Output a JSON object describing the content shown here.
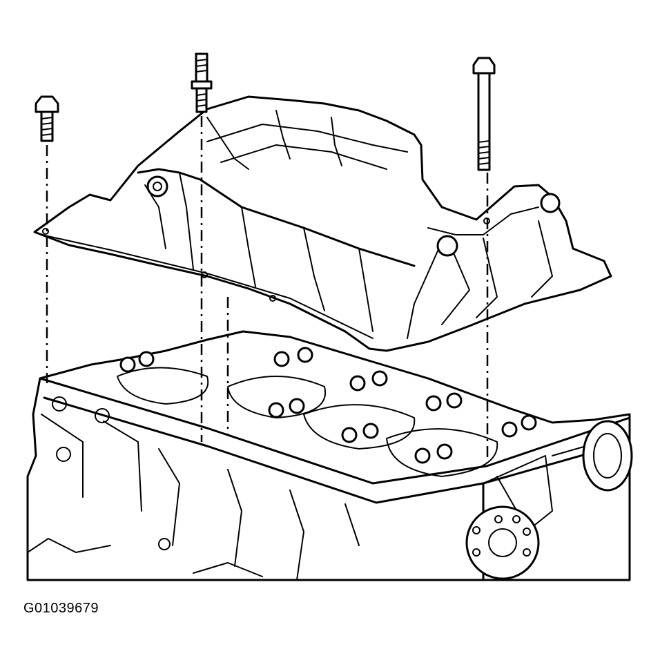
{
  "figure": {
    "id_label": "G01039679"
  },
  "parts": {
    "oil_pan": "oil-pan",
    "engine_block": "engine-block",
    "bolts": [
      "short-bolt",
      "stud-bolt",
      "long-bolt"
    ]
  }
}
